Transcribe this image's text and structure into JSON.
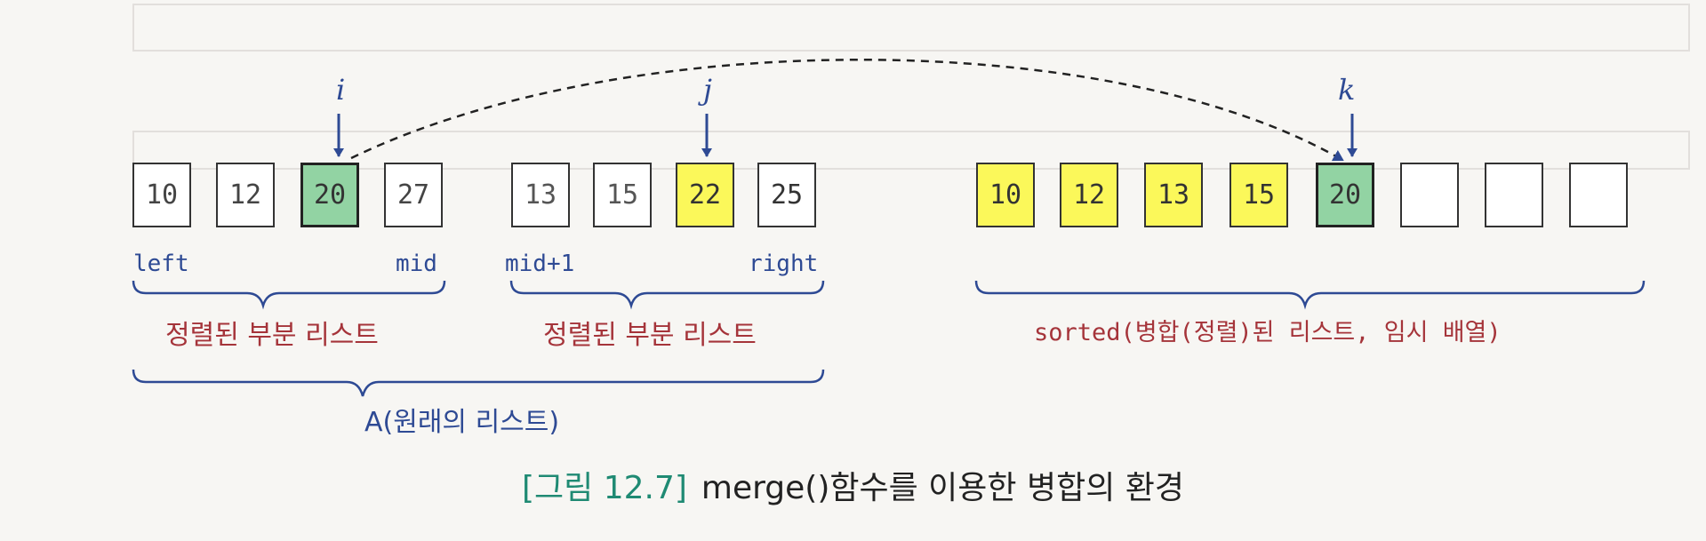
{
  "left_list": [
    {
      "value": "10",
      "state": "plain"
    },
    {
      "value": "12",
      "state": "plain"
    },
    {
      "value": "20",
      "state": "current"
    },
    {
      "value": "27",
      "state": "plain"
    }
  ],
  "right_list": [
    {
      "value": "13",
      "state": "plain"
    },
    {
      "value": "15",
      "state": "plain"
    },
    {
      "value": "22",
      "state": "highlight"
    },
    {
      "value": "25",
      "state": "plain"
    }
  ],
  "sorted_list": [
    {
      "value": "10",
      "state": "highlight"
    },
    {
      "value": "12",
      "state": "highlight"
    },
    {
      "value": "13",
      "state": "highlight"
    },
    {
      "value": "15",
      "state": "highlight"
    },
    {
      "value": "20",
      "state": "current"
    },
    {
      "value": "",
      "state": "plain"
    },
    {
      "value": "",
      "state": "plain"
    },
    {
      "value": "",
      "state": "plain"
    }
  ],
  "pointers": {
    "i": "i",
    "j": "j",
    "k": "k"
  },
  "index_labels": {
    "left": "left",
    "mid": "mid",
    "mid_plus_1": "mid+1",
    "right": "right"
  },
  "captions": {
    "left_sub": "정렬된 부분 리스트",
    "right_sub": "정렬된 부분 리스트",
    "sorted": "sorted(병합(정렬)된 리스트, 임시 배열)",
    "original": "A(원래의 리스트)"
  },
  "figure": {
    "number": "[그림 12.7]",
    "title": "merge()함수를 이용한 병합의 환경"
  },
  "colors": {
    "highlight": "#fbf85a",
    "current": "#92d3a3",
    "label_blue": "#2e4a94",
    "caption_red": "#a5343a",
    "figure_number_green": "#1f8a73"
  }
}
